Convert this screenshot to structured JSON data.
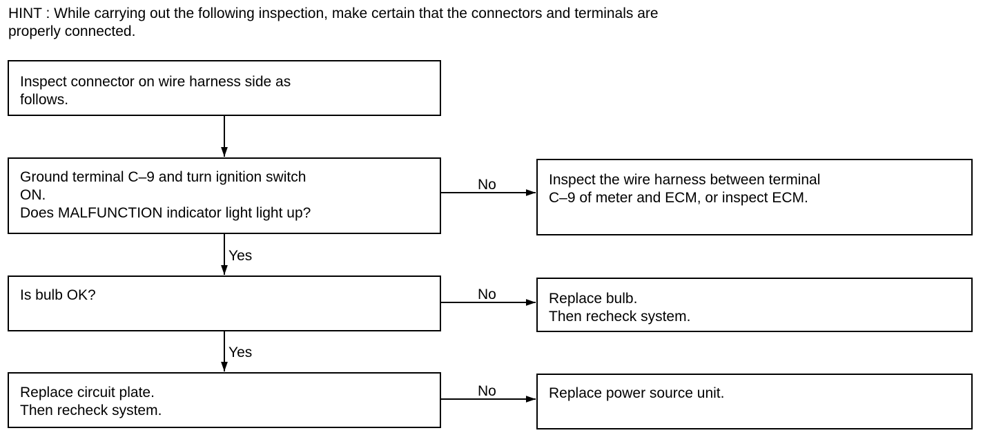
{
  "hint": {
    "line1": "HINT : While carrying out the following inspection, make certain that the connectors and terminals are",
    "line2": "properly connected."
  },
  "steps": [
    {
      "lines": [
        "Inspect connector on wire harness side as",
        "follows."
      ]
    },
    {
      "lines": [
        "Ground terminal C–9 and turn ignition switch",
        "ON.",
        "Does MALFUNCTION indicator light light up?"
      ]
    },
    {
      "lines": [
        "Is bulb OK?"
      ]
    },
    {
      "lines": [
        "Replace circuit plate.",
        "Then recheck system."
      ]
    }
  ],
  "results": [
    {
      "lines": [
        "Inspect the wire harness between terminal",
        "C–9 of meter and ECM, or inspect ECM."
      ]
    },
    {
      "lines": [
        "Replace bulb.",
        "Then recheck system."
      ]
    },
    {
      "lines": [
        "Replace power source unit."
      ]
    }
  ],
  "edge_labels": {
    "yes1": "Yes",
    "yes2": "Yes",
    "no1": "No",
    "no2": "No",
    "no3": "No"
  }
}
